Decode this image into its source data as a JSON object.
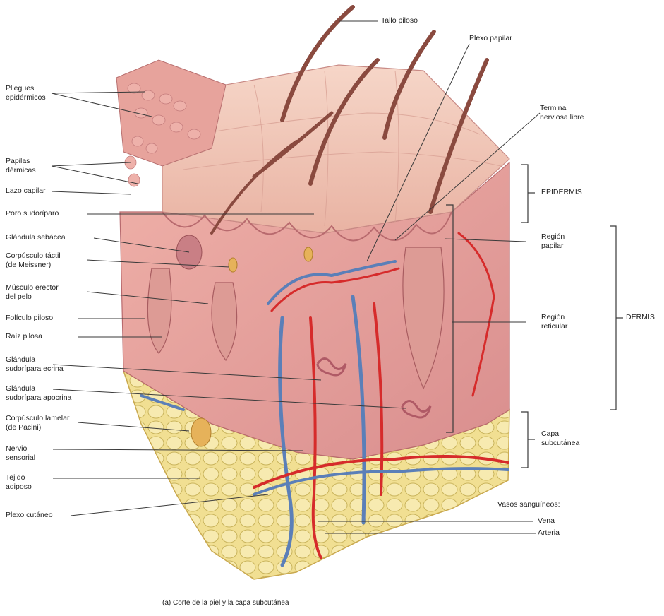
{
  "labels": {
    "tallo_piloso": "Tallo piloso",
    "plexo_papilar": "Plexo papilar",
    "terminal_nerviosa": "Terminal\nnerviosa libre",
    "epidermis": "EPIDERMIS",
    "region_papilar": "Región\npapilar",
    "region_reticular": "Región\nreticular",
    "dermis": "DERMIS",
    "capa_subcutanea": "Capa\nsubcutánea",
    "vasos_sanguineos": "Vasos sanguíneos:",
    "vena": "Vena",
    "arteria": "Arteria",
    "pliegues": "Pliegues\nepidérmicos",
    "papilas": "Papilas\ndérmicas",
    "lazo_capilar": "Lazo capilar",
    "poro": "Poro sudoríparo",
    "sebacea": "Glándula sebácea",
    "meissner": "Corpúsculo táctil\n(de Meissner)",
    "erector": "Músculo erector\ndel pelo",
    "foliculo": "Folículo piloso",
    "raiz": "Raíz pilosa",
    "ecrina": "Glándula\nsudorípara ecrina",
    "apocrina": "Glándula\nsudorípara apocrina",
    "pacini": "Corpúsculo lamelar\n(de Pacini)",
    "nervio": "Nervio\nsensorial",
    "tejido": "Tejido\nadiposo",
    "plexo_cutaneo": "Plexo cutáneo"
  },
  "caption": "(a) Corte de la piel y la capa subcutánea",
  "colors": {
    "skin_top": "#efc1b5",
    "dermis": "#e8a7a3",
    "fat": "#f3e39a",
    "vein": "#5b7fb8",
    "artery": "#d62b2b",
    "hair": "#8a4a3f"
  }
}
